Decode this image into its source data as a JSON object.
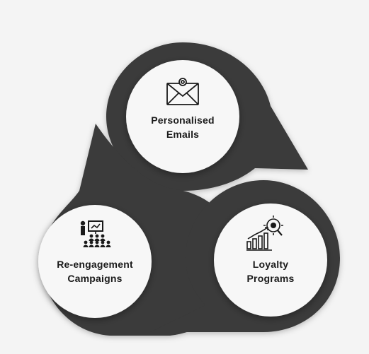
{
  "nodes": [
    {
      "id": "personalised-emails",
      "icon": "email-at-icon",
      "lines": [
        "Personalised",
        "Emails"
      ]
    },
    {
      "id": "re-engagement-campaigns",
      "icon": "audience-presentation-icon",
      "lines": [
        "Re-engagement",
        "Campaigns"
      ]
    },
    {
      "id": "loyalty-programs",
      "icon": "growth-chart-gear-icon",
      "lines": [
        "Loyalty",
        "Programs"
      ]
    }
  ],
  "colors": {
    "background": "#f4f4f4",
    "petal": "#3a3a3a",
    "circle": "#f7f7f7",
    "text": "#1a1a1a"
  }
}
